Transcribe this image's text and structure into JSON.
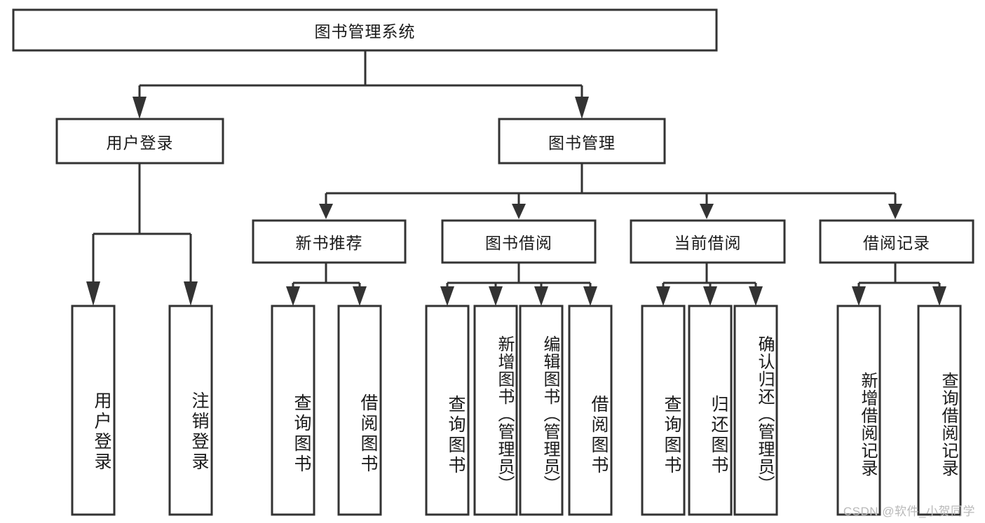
{
  "diagram": {
    "type": "tree-hierarchy-chart",
    "title": "图书管理系统",
    "watermark": "CSDN @软件_小贺同学",
    "colors": {
      "stroke": "#333333",
      "fill": "#ffffff",
      "text": "#1a1a1a",
      "watermark": "#b9b9b9"
    },
    "nodes": {
      "root": {
        "label": "图书管理系统"
      },
      "level1": [
        {
          "id": "user-login",
          "label": "用户登录"
        },
        {
          "id": "book-management",
          "label": "图书管理"
        }
      ],
      "level2": [
        {
          "id": "new-book-recommend",
          "label": "新书推荐"
        },
        {
          "id": "book-borrow",
          "label": "图书借阅"
        },
        {
          "id": "current-borrow",
          "label": "当前借阅"
        },
        {
          "id": "borrow-record",
          "label": "借阅记录"
        }
      ],
      "leaves": {
        "user-login": [
          {
            "id": "leaf-user-login",
            "label": "用户登录"
          },
          {
            "id": "leaf-logout-login",
            "label": "注销登录"
          }
        ],
        "new-book-recommend": [
          {
            "id": "leaf-query-book-1",
            "label": "查询图书"
          },
          {
            "id": "leaf-borrow-book-1",
            "label": "借阅图书"
          }
        ],
        "book-borrow": [
          {
            "id": "leaf-query-book-2",
            "label": "查询图书"
          },
          {
            "id": "leaf-add-book",
            "label": "新增图书（管理员）"
          },
          {
            "id": "leaf-edit-book",
            "label": "编辑图书（管理员）"
          },
          {
            "id": "leaf-borrow-book-2",
            "label": "借阅图书"
          }
        ],
        "current-borrow": [
          {
            "id": "leaf-query-book-3",
            "label": "查询图书"
          },
          {
            "id": "leaf-return-book",
            "label": "归还图书"
          },
          {
            "id": "leaf-confirm-return",
            "label": "确认归还（管理员）"
          }
        ],
        "borrow-record": [
          {
            "id": "leaf-add-record",
            "label": "新增借阅记录"
          },
          {
            "id": "leaf-query-record",
            "label": "查询借阅记录"
          }
        ]
      }
    }
  }
}
